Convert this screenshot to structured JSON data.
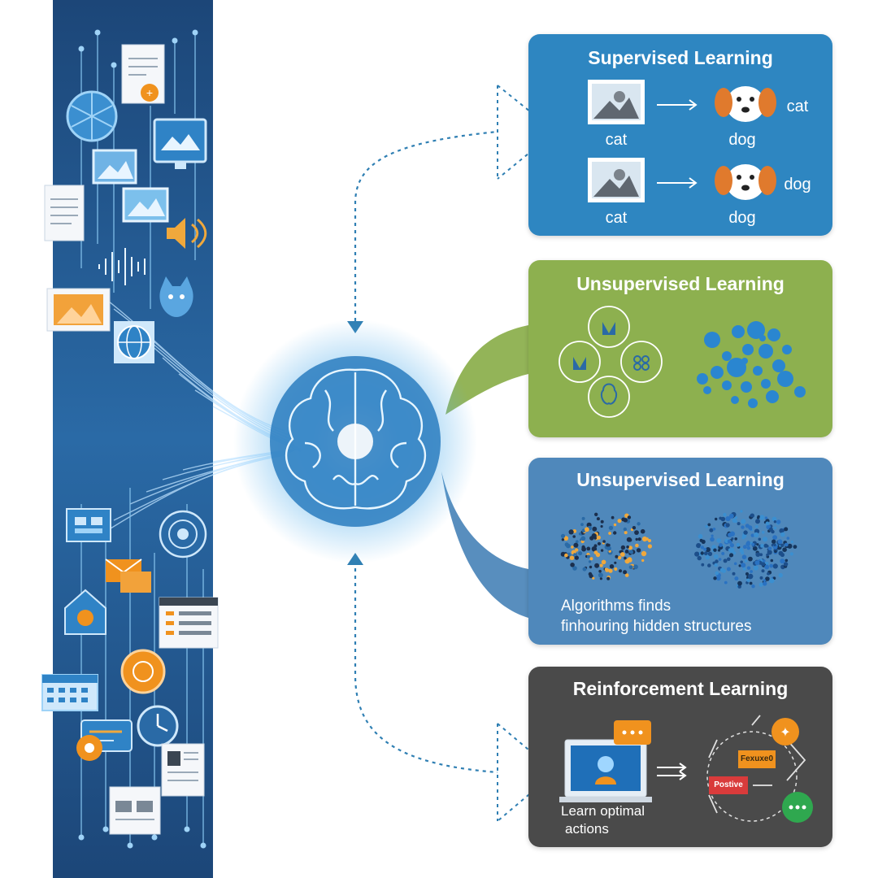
{
  "colors": {
    "strip": "#1f4f82",
    "supervised": "#2e86c1",
    "unsupervised_green": "#8db04f",
    "unsupervised_blue": "#4f88bb",
    "reinforcement": "#4a4a4a",
    "accent_orange": "#f0921e",
    "connector": "#2f7fb3"
  },
  "left_strip": {
    "icons": [
      "document-icon",
      "gear-icon",
      "monitor-icon",
      "image-icon",
      "speaker-icon",
      "waveform-icon",
      "cat-icon",
      "globe-icon",
      "circuit-board-icon",
      "mail-icon",
      "spreadsheet-icon",
      "coin-icon",
      "calendar-icon",
      "clock-icon",
      "newspaper-icon"
    ]
  },
  "brain": {
    "icon": "brain-icon"
  },
  "panels": {
    "supervised": {
      "title": "Supervised Learning",
      "rows": [
        {
          "input_label": "cat",
          "output_label": "dog",
          "result": "cat"
        },
        {
          "input_label": "cat",
          "output_label": "dog",
          "result": "dog"
        }
      ]
    },
    "unsupervised_1": {
      "title": "Unsupervised Learning"
    },
    "unsupervised_2": {
      "title": "Unsupervised Learning",
      "description_line1": "Algorithms finds",
      "description_line2": "finhouring hidden structures"
    },
    "reinforcement": {
      "title": "Reinforcement Learning",
      "caption_line1": "Learn optimal",
      "caption_line2": "actions",
      "tag_1": "Fexuxe0",
      "tag_2": "Postive"
    }
  }
}
